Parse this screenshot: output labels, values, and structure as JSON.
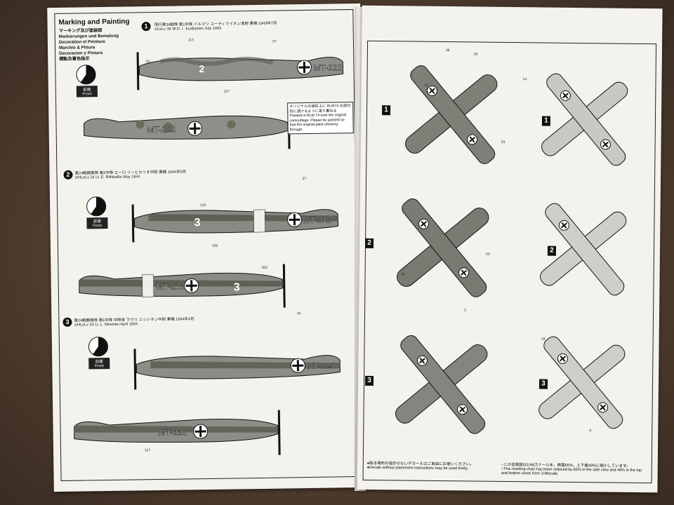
{
  "header": {
    "title": "Marking and Painting",
    "languages": [
      "マーキング及び塗装図",
      "Markierungen und Bemalung",
      "Decoration et Peinture",
      "Marchio & Pittura",
      "Decoracion y Pintura",
      "標點及著色指示"
    ]
  },
  "legend": {
    "front_jp": "前面",
    "front": "Front"
  },
  "schemes": [
    {
      "number": "1",
      "caption_jp": "飛行第34戦隊 第1中隊 イルマリ ユーティライネン准尉 乗機 1943年7月",
      "caption": "1/LeLv 34 W.O. I. Juutilainen July 1943",
      "code": "MT-222",
      "tail": "2"
    },
    {
      "number": "2",
      "caption_jp": "第24戦闘機隊 第2中隊 エーロ リーヒカリオ中尉 乗機 1944年5月",
      "caption": "2/HLeLv 24 Lt. E. Riihikallio May 1944",
      "code": "MT-213",
      "tail": "3"
    },
    {
      "number": "3",
      "caption_jp": "第24戦闘機隊 第1中隊 中隊長 ラウリ ニッシネン中尉 乗機 1944年4月",
      "caption": "1/HLeLv 24 Lt. L. Nissinen April 1944",
      "code": "MT-225",
      "tail": ""
    }
  ],
  "paint_note": {
    "text_jp": "オリジナルの迷彩上に RLM74 を部分的に透けるように塗り重ねる",
    "text": "Painted in RLM 74 over the original camouflage. Please be painted so that the original paint showing through."
  },
  "callouts": [
    "113",
    "37",
    "52",
    "117",
    "27",
    "36",
    "21",
    "33",
    "41",
    "43",
    "310",
    "325",
    "363",
    "61",
    "81",
    "2",
    "6",
    "14",
    "19",
    "50"
  ],
  "footer": {
    "left_jp": "●貼る場所の指示のないデカールはご自由にお使いください。",
    "left": "●Decals without placement instructions may be used freely.",
    "right_jp": "○この塗装図は1/48スケールを、側面65%、上下面40%に縮小しています。",
    "right": "○This marking chart has been reduced by 65% in the side view and 40% in the top and bottom views from 1/48scale."
  },
  "colors": {
    "paper": "#f4f2ed",
    "ink": "#111111",
    "green": "#6b6b5a",
    "grey": "#9a9a96",
    "light": "#d6d6d2"
  }
}
